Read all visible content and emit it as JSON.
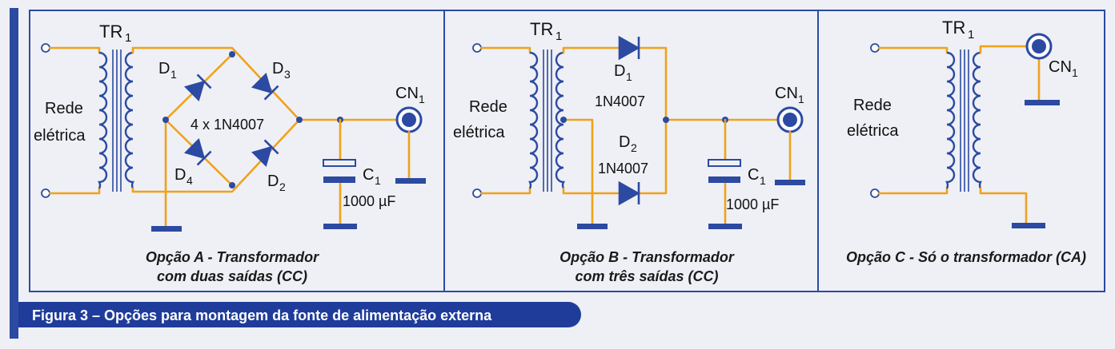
{
  "figure_title": "Figura 3 – Opções para montagem da fonte de alimentação externa",
  "panels": {
    "a": {
      "transformer_label": "TR",
      "transformer_sub": "1",
      "mains_line1": "Rede",
      "mains_line2": "elétrica",
      "d1": "D",
      "d1_sub": "1",
      "d2": "D",
      "d2_sub": "2",
      "d3": "D",
      "d3_sub": "3",
      "d4": "D",
      "d4_sub": "4",
      "bridge_label": "4 x 1N4007",
      "capacitor": "C",
      "capacitor_sub": "1",
      "capacitor_value": "1000 µF",
      "connector": "CN",
      "connector_sub": "1",
      "caption_line1": "Opção A - Transformador",
      "caption_line2": "com duas saídas (CC)"
    },
    "b": {
      "transformer_label": "TR",
      "transformer_sub": "1",
      "mains_line1": "Rede",
      "mains_line2": "elétrica",
      "d1": "D",
      "d1_sub": "1",
      "d1_part": "1N4007",
      "d2": "D",
      "d2_sub": "2",
      "d2_part": "1N4007",
      "capacitor": "C",
      "capacitor_sub": "1",
      "capacitor_value": "1000 µF",
      "connector": "CN",
      "connector_sub": "1",
      "caption_line1": "Opção B - Transformador",
      "caption_line2": "com três saídas (CC)"
    },
    "c": {
      "transformer_label": "TR",
      "transformer_sub": "1",
      "mains_line1": "Rede",
      "mains_line2": "elétrica",
      "connector": "CN",
      "connector_sub": "1",
      "caption_line1": "Opção C - Só o transformador (CA)"
    }
  },
  "colors": {
    "frame": "#2c4aa2",
    "wire": "#f0a21a",
    "title_bar": "#1f3c9a",
    "title_text": "#ffffff"
  }
}
